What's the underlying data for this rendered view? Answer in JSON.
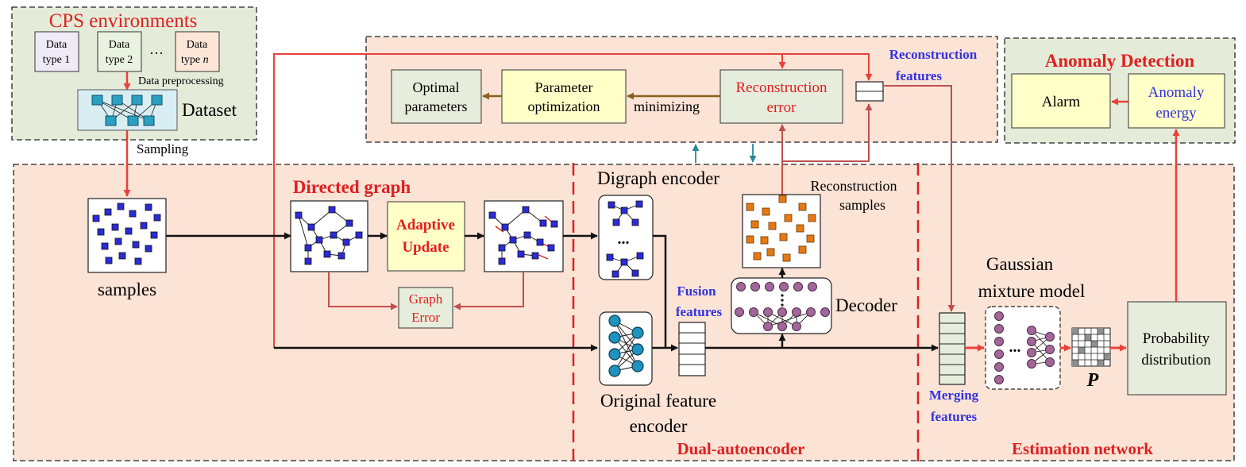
{
  "cps": {
    "title": "CPS environments",
    "type1": [
      "Data",
      "type 1"
    ],
    "type2": [
      "Data",
      "type 2"
    ],
    "ellipsis": "…",
    "typen": [
      "Data",
      "type"
    ],
    "typen_var": "n",
    "preprocessing": "Data preprocessing",
    "dataset": "Dataset",
    "sampling": "Sampling"
  },
  "optimization": {
    "optimal": [
      "Optimal",
      "parameters"
    ],
    "param_opt": [
      "Parameter",
      "optimization"
    ],
    "minimizing": "minimizing",
    "recon_error": [
      "Reconstruction",
      "error"
    ],
    "recon_features": [
      "Reconstruction",
      "features"
    ]
  },
  "anomaly": {
    "title": "Anomaly Detection",
    "alarm": "Alarm",
    "energy": [
      "Anomaly",
      "energy"
    ]
  },
  "main": {
    "samples": "samples",
    "directed_graph": "Directed graph",
    "adaptive_update": [
      "Adaptive",
      "Update"
    ],
    "graph_error": [
      "Graph",
      "Error"
    ],
    "digraph_encoder": "Digraph encoder",
    "dots": "...",
    "recon_samples": [
      "Reconstruction",
      "samples"
    ],
    "fusion_features": [
      "Fusion",
      "features"
    ],
    "decoder": "Decoder",
    "original_encoder": [
      "Original feature",
      "encoder"
    ],
    "dual_autoencoder": "Dual-autoencoder",
    "gmm": [
      "Gaussian",
      "mixture model"
    ],
    "merging_features": [
      "Merging",
      "features"
    ],
    "p_symbol": "P",
    "probability": [
      "Probability",
      "distribution"
    ],
    "estimation_network": "Estimation network"
  },
  "colors": {
    "panel_green": "#e4ecd9",
    "panel_peach": "#fbe3d6",
    "box_yellow": "#ffffc8",
    "box_green": "#e7eddc",
    "red": "#e02020",
    "arrow_red": "#e8413a",
    "dark_red": "#c0504d",
    "brown": "#8c6118",
    "blue": "#3333dd",
    "node_blue": "#2b2bd8",
    "node_orange": "#e57a14",
    "node_purple": "#a26798",
    "node_teal": "#1e93bd",
    "teal": "#26889a"
  },
  "icons": [
    "dataset-graph-icon",
    "sample-scatter-icon",
    "directed-graph-icon",
    "neural-network-icon",
    "heatmap-grid-icon",
    "feature-vector-icon"
  ]
}
